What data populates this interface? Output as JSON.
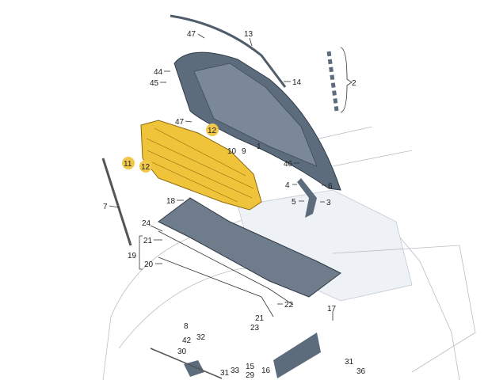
{
  "diagram": {
    "title": "Bonnet parts exploded view",
    "highlight_color": "#f2c84b",
    "panel_color": "#5d6c7d",
    "insulation_color": "#f0c43a",
    "callouts": [
      "47",
      "13",
      "44",
      "45",
      "14",
      "2",
      "47",
      "12",
      "10",
      "9",
      "1",
      "11",
      "12",
      "46",
      "4",
      "6",
      "5",
      "3",
      "18",
      "7",
      "24",
      "21",
      "19",
      "20",
      "22",
      "17",
      "21",
      "23",
      "8",
      "42",
      "32",
      "30",
      "15",
      "16",
      "31",
      "33",
      "29",
      "31",
      "36"
    ],
    "highlighted": [
      "12",
      "11",
      "12"
    ]
  }
}
